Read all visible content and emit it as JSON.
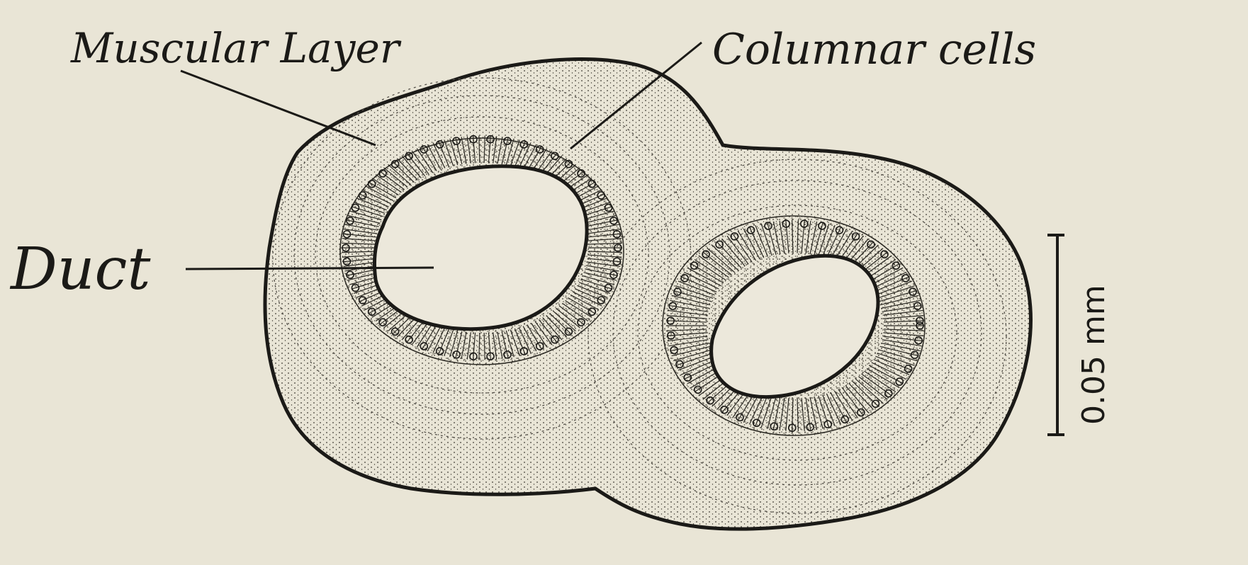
{
  "labels": {
    "muscular_layer": "Muscular Layer",
    "columnar_cells": "Columnar cells",
    "duct": "Duct"
  },
  "scale_bar": {
    "label": "0.05 mm"
  },
  "colors": {
    "paper": "#e9e5d6",
    "ink": "#1b1a17",
    "lumen": "#ece8db"
  }
}
